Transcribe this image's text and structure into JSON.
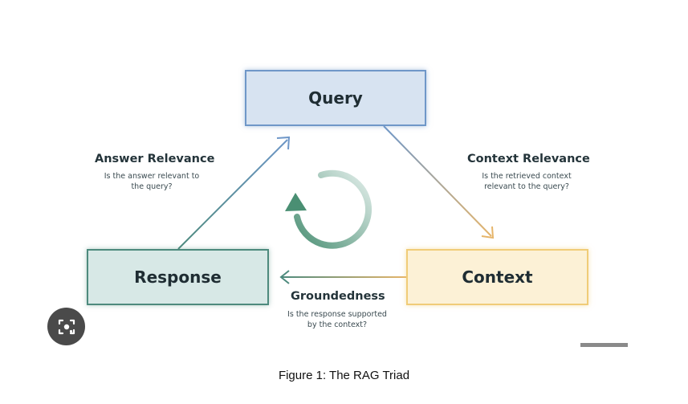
{
  "nodes": {
    "query": "Query",
    "response": "Response",
    "context": "Context"
  },
  "edges": {
    "answer_relevance": {
      "title": "Answer Relevance",
      "description_lines": [
        "Is the answer relevant to",
        "the query?"
      ]
    },
    "context_relevance": {
      "title": "Context Relevance",
      "description_lines": [
        "Is the retrieved context",
        "relevant to the query?"
      ]
    },
    "groundedness": {
      "title": "Groundedness",
      "description_lines": [
        "Is the response supported",
        "by the context?"
      ]
    }
  },
  "caption": "Figure 1: The RAG Triad",
  "icons": {
    "cycle": "cycle-arrow-icon",
    "lens": "lens-search-icon"
  },
  "colors": {
    "query_fill": "#d7e3f1",
    "query_border": "#6f97c8",
    "response_fill": "#d7e8e6",
    "response_border": "#4d8a7d",
    "context_fill": "#fcf1d6",
    "context_border": "#f0cc78",
    "cycle_green": "#4a8f73"
  }
}
